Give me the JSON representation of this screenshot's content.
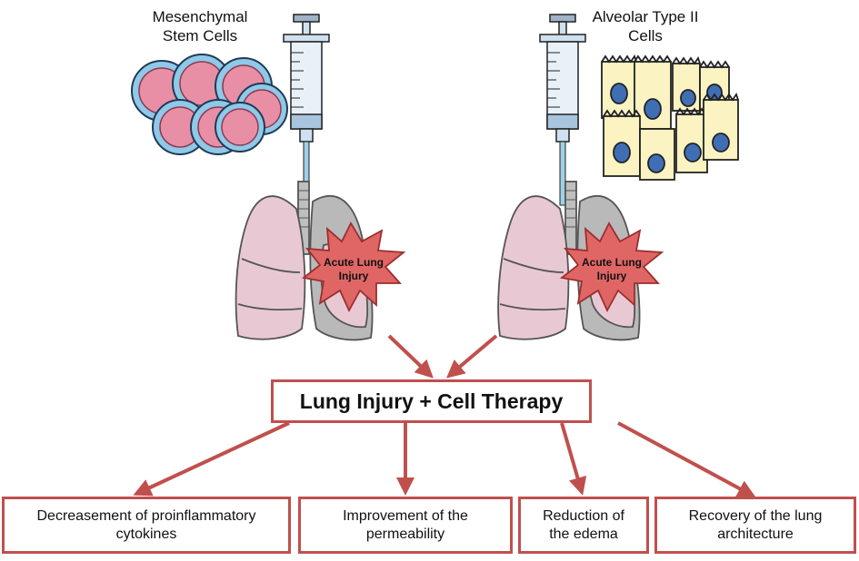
{
  "labels": {
    "msc_line1": "Mesenchymal",
    "msc_line2": "Stem Cells",
    "at2_line1": "Alveolar Type II",
    "at2_line2": "Cells",
    "injury_line1": "Acute Lung",
    "injury_line2": "Injury"
  },
  "central_box": "Lung Injury + Cell Therapy",
  "outcomes": [
    {
      "line1": "Decreasement of proinflammatory",
      "line2": "cytokines"
    },
    {
      "line1": "Improvement of the",
      "line2": "permeability"
    },
    {
      "line1": "Reduction of",
      "line2": "the edema"
    },
    {
      "line1": "Recovery of the lung",
      "line2": "architecture"
    }
  ],
  "colors": {
    "accent": "#c0504d",
    "burst": "#e06666",
    "lung": "#e8c9d3",
    "msc_cell": "#e88fa5",
    "at2_cell": "#fbf3c2",
    "nucleus": "#3f6eb5",
    "syringe": "#cfe0ee"
  }
}
